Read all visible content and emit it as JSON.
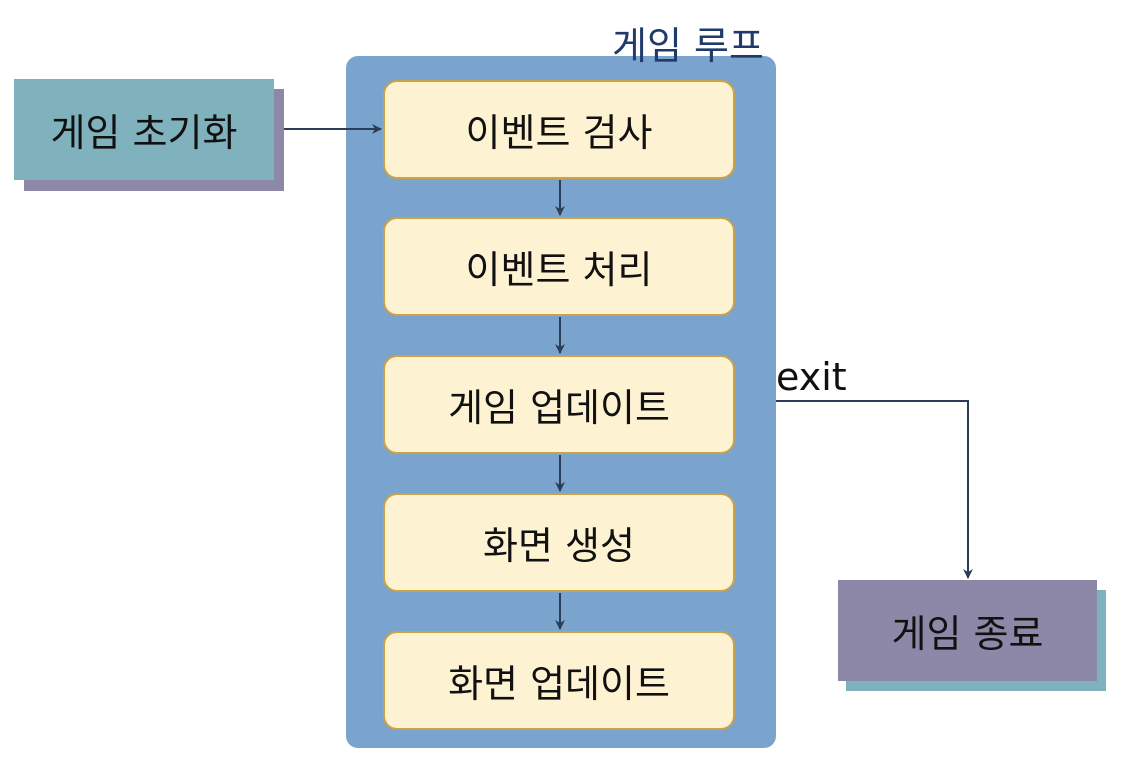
{
  "diagram": {
    "loop_title": "게임 루프",
    "init_label": "게임 초기화",
    "end_label": "게임 종료",
    "exit_label": "exit",
    "steps": [
      "이벤트 검사",
      "이벤트 처리",
      "게임 업데이트",
      "화면 생성",
      "화면 업데이트"
    ]
  },
  "colors": {
    "loop_panel": "#7aa3cd",
    "step_fill": "#fdf2d2",
    "step_border": "#c9a24a",
    "init_fill": "#7fb2bd",
    "end_fill": "#8e88a8",
    "title_text": "#1f3a6b",
    "arrow": "#2c3e57"
  }
}
